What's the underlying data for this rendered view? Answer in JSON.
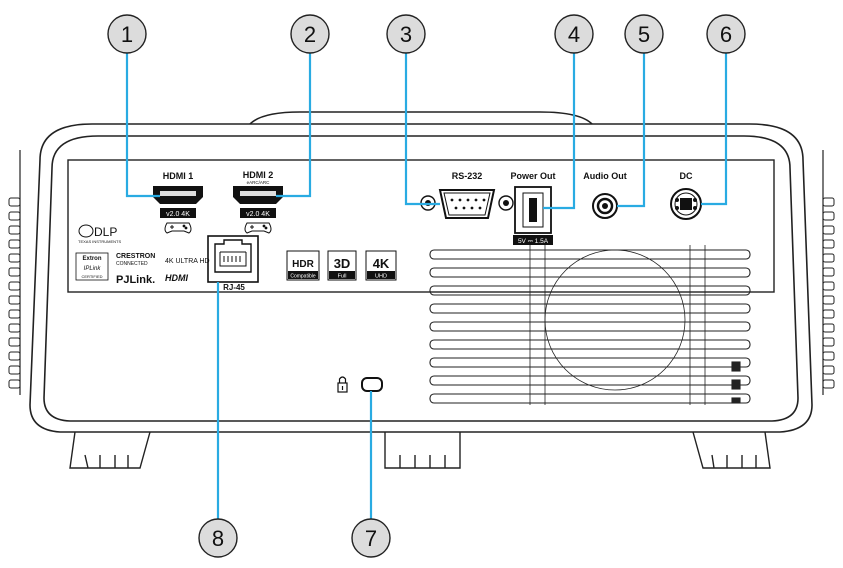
{
  "callouts": [
    "1",
    "2",
    "3",
    "4",
    "5",
    "6",
    "7",
    "8"
  ],
  "ports": {
    "hdmi1": "HDMI 1",
    "hdmi1_sub": "v2.0 4K",
    "hdmi2": "HDMI 2",
    "hdmi2_arc": "eARC/ARC",
    "hdmi2_sub": "v2.0 4K",
    "rs232": "RS-232",
    "power_out": "Power Out",
    "power_out_rating": "5V ⎓ 1.5A",
    "audio_out": "Audio Out",
    "dc": "DC",
    "rj45": "RJ-45"
  },
  "logos": {
    "dlp": "DLP",
    "dlp_sub": "TEXAS INSTRUMENTS",
    "extron": "Extron",
    "extron_iplink": "IPLink",
    "extron_cert": "CERTIFIED",
    "crestron": "CRESTRON",
    "crestron_sub": "CONNECTED",
    "ultrahd": "4K ULTRA HD",
    "hdmi": "HDMI",
    "pjlink": "PJLink.",
    "hdr": "HDR",
    "hdr_sub": "Compatible",
    "three_d": "3D",
    "three_d_sub": "Full",
    "four_k": "4K",
    "four_k_sub": "UHD"
  },
  "colors": {
    "callout_line": "#29abe2",
    "callout_circle": "#dcdcdc",
    "outline": "#222222"
  }
}
